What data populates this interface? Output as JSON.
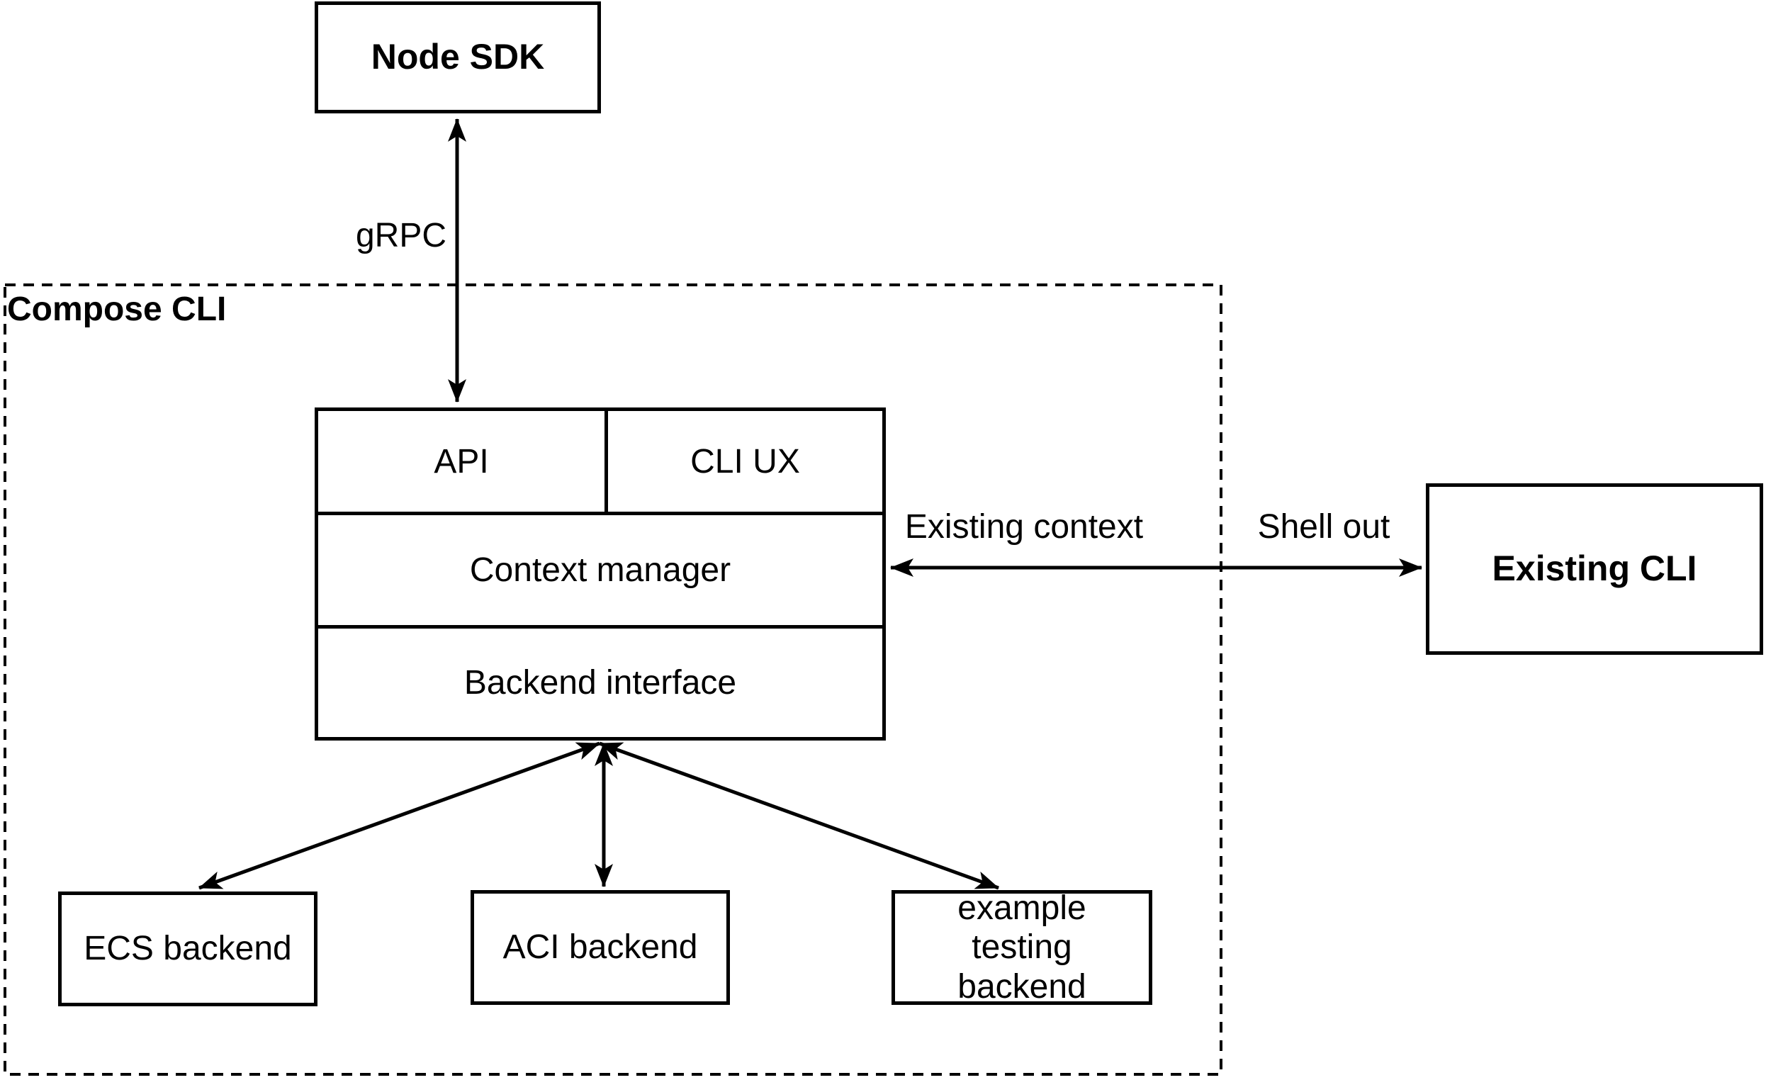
{
  "diagram": {
    "background_color": "#ffffff",
    "line_color": "#000000",
    "nodes": {
      "node_sdk": "Node SDK",
      "compose_cli": "Compose CLI",
      "api": "API",
      "cli_ux": "CLI UX",
      "context_manager": "Context manager",
      "backend_interface": "Backend interface",
      "existing_cli": "Existing CLI",
      "ecs_backend": "ECS backend",
      "aci_backend": "ACI backend",
      "example_testing_backend": "example testing backend"
    },
    "edge_labels": {
      "grpc": "gRPC",
      "existing_context": "Existing context",
      "shell_out": "Shell out"
    },
    "edges": [
      {
        "from": "node_sdk",
        "to": "api",
        "label": "gRPC",
        "style": "double-arrow"
      },
      {
        "from": "context_manager",
        "to": "existing_cli",
        "label": "Existing context / Shell out",
        "style": "double-arrow"
      },
      {
        "from": "backend_interface",
        "to": "ecs_backend",
        "style": "double-arrow"
      },
      {
        "from": "backend_interface",
        "to": "aci_backend",
        "style": "double-arrow"
      },
      {
        "from": "backend_interface",
        "to": "example_testing_backend",
        "style": "double-arrow"
      }
    ]
  }
}
